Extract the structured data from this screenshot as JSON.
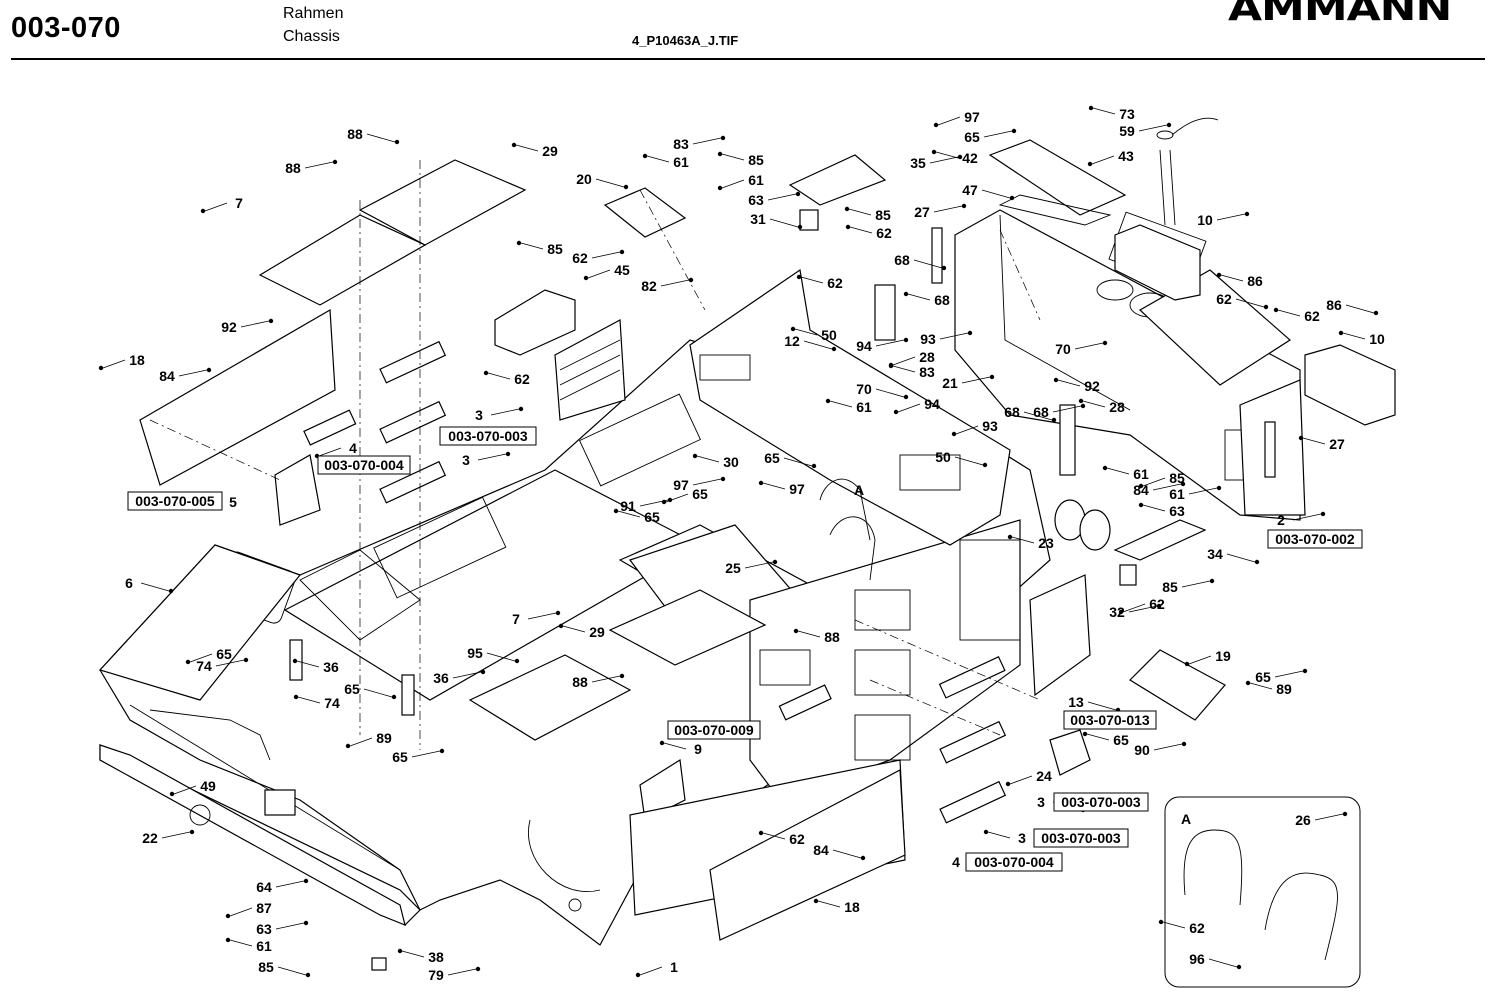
{
  "header": {
    "page_number": "003-070",
    "title_de": "Rahmen",
    "title_en": "Chassis",
    "file_name": "4_P10463A_J.TIF",
    "brand": "AMMANN"
  },
  "part_labels": [
    "88",
    "29",
    "88",
    "7",
    "83",
    "61",
    "20",
    "85",
    "35",
    "61",
    "63",
    "85",
    "31",
    "62",
    "27",
    "97",
    "65",
    "42",
    "47",
    "73",
    "59",
    "43",
    "10",
    "86",
    "62",
    "85",
    "62",
    "45",
    "82",
    "62",
    "68",
    "68",
    "92",
    "18",
    "84",
    "62",
    "12",
    "50",
    "93",
    "28",
    "94",
    "83",
    "70",
    "61",
    "21",
    "94",
    "70",
    "92",
    "68",
    "28",
    "3",
    "4",
    "3",
    "5",
    "6",
    "30",
    "97",
    "65",
    "91",
    "65",
    "65",
    "97",
    "25",
    "93",
    "68",
    "27",
    "50",
    "61",
    "84",
    "85",
    "61",
    "63",
    "34",
    "23",
    "85",
    "62",
    "32",
    "62",
    "86",
    "10",
    "2",
    "19",
    "65",
    "89",
    "13",
    "65",
    "90",
    "24",
    "7",
    "29",
    "95",
    "88",
    "88",
    "65",
    "74",
    "36",
    "65",
    "74",
    "36",
    "89",
    "65",
    "9",
    "3",
    "3",
    "4",
    "49",
    "22",
    "62",
    "84",
    "18",
    "64",
    "87",
    "63",
    "61",
    "85",
    "38",
    "79",
    "1",
    "26",
    "62",
    "96"
  ],
  "part_ref_labels": [
    "A",
    "A"
  ],
  "references": [
    {
      "number": "3",
      "ref": "003-070-003"
    },
    {
      "number": "4",
      "ref": "003-070-004"
    },
    {
      "number": "5",
      "ref": "003-070-005"
    },
    {
      "number": "2",
      "ref": "003-070-002"
    },
    {
      "number": "13",
      "ref": "003-070-013"
    },
    {
      "number": "9",
      "ref": "003-070-009"
    },
    {
      "number": "3",
      "ref": "003-070-003"
    },
    {
      "number": "3",
      "ref": "003-070-003"
    },
    {
      "number": "4",
      "ref": "003-070-004"
    }
  ]
}
